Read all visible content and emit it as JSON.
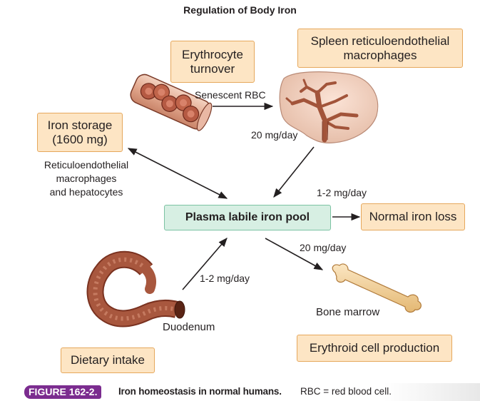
{
  "title": "Regulation of Body Iron",
  "boxes": {
    "erythrocyte_turnover": "Erythrocyte\nturnover",
    "spleen": "Spleen reticuloendothelial\nmacrophages",
    "iron_storage": "Iron storage\n(1600 mg)",
    "plasma_pool": "Plasma labile iron pool",
    "normal_iron_loss": "Normal iron loss",
    "erythroid_production": "Erythroid cell production",
    "dietary_intake": "Dietary intake"
  },
  "labels": {
    "senescent_rbc": "Senescent RBC",
    "spleen_flow": "20 mg/day",
    "storage_cells": "Reticuloendothelial\nmacrophages\nand hepatocytes",
    "loss_flow": "1-2 mg/day",
    "marrow_flow": "20 mg/day",
    "duodenum_flow": "1-2 mg/day",
    "bone_marrow": "Bone marrow",
    "duodenum": "Duodenum"
  },
  "caption": {
    "figure_tag": "FIGURE 162-2.",
    "bold_text": "Iron homeostasis in normal humans.",
    "text": "RBC = red blood cell."
  },
  "colors": {
    "box_fill": "#fde5c4",
    "box_border": "#e6a85c",
    "pool_fill": "#d7efe3",
    "pool_border": "#7cc2a3",
    "figure_tag": "#7b2c8f",
    "tissue": "#a2543a"
  },
  "icons": [
    "red-blood-cell-vessel-illustration",
    "spleen-illustration",
    "duodenum-illustration",
    "bone-illustration"
  ]
}
